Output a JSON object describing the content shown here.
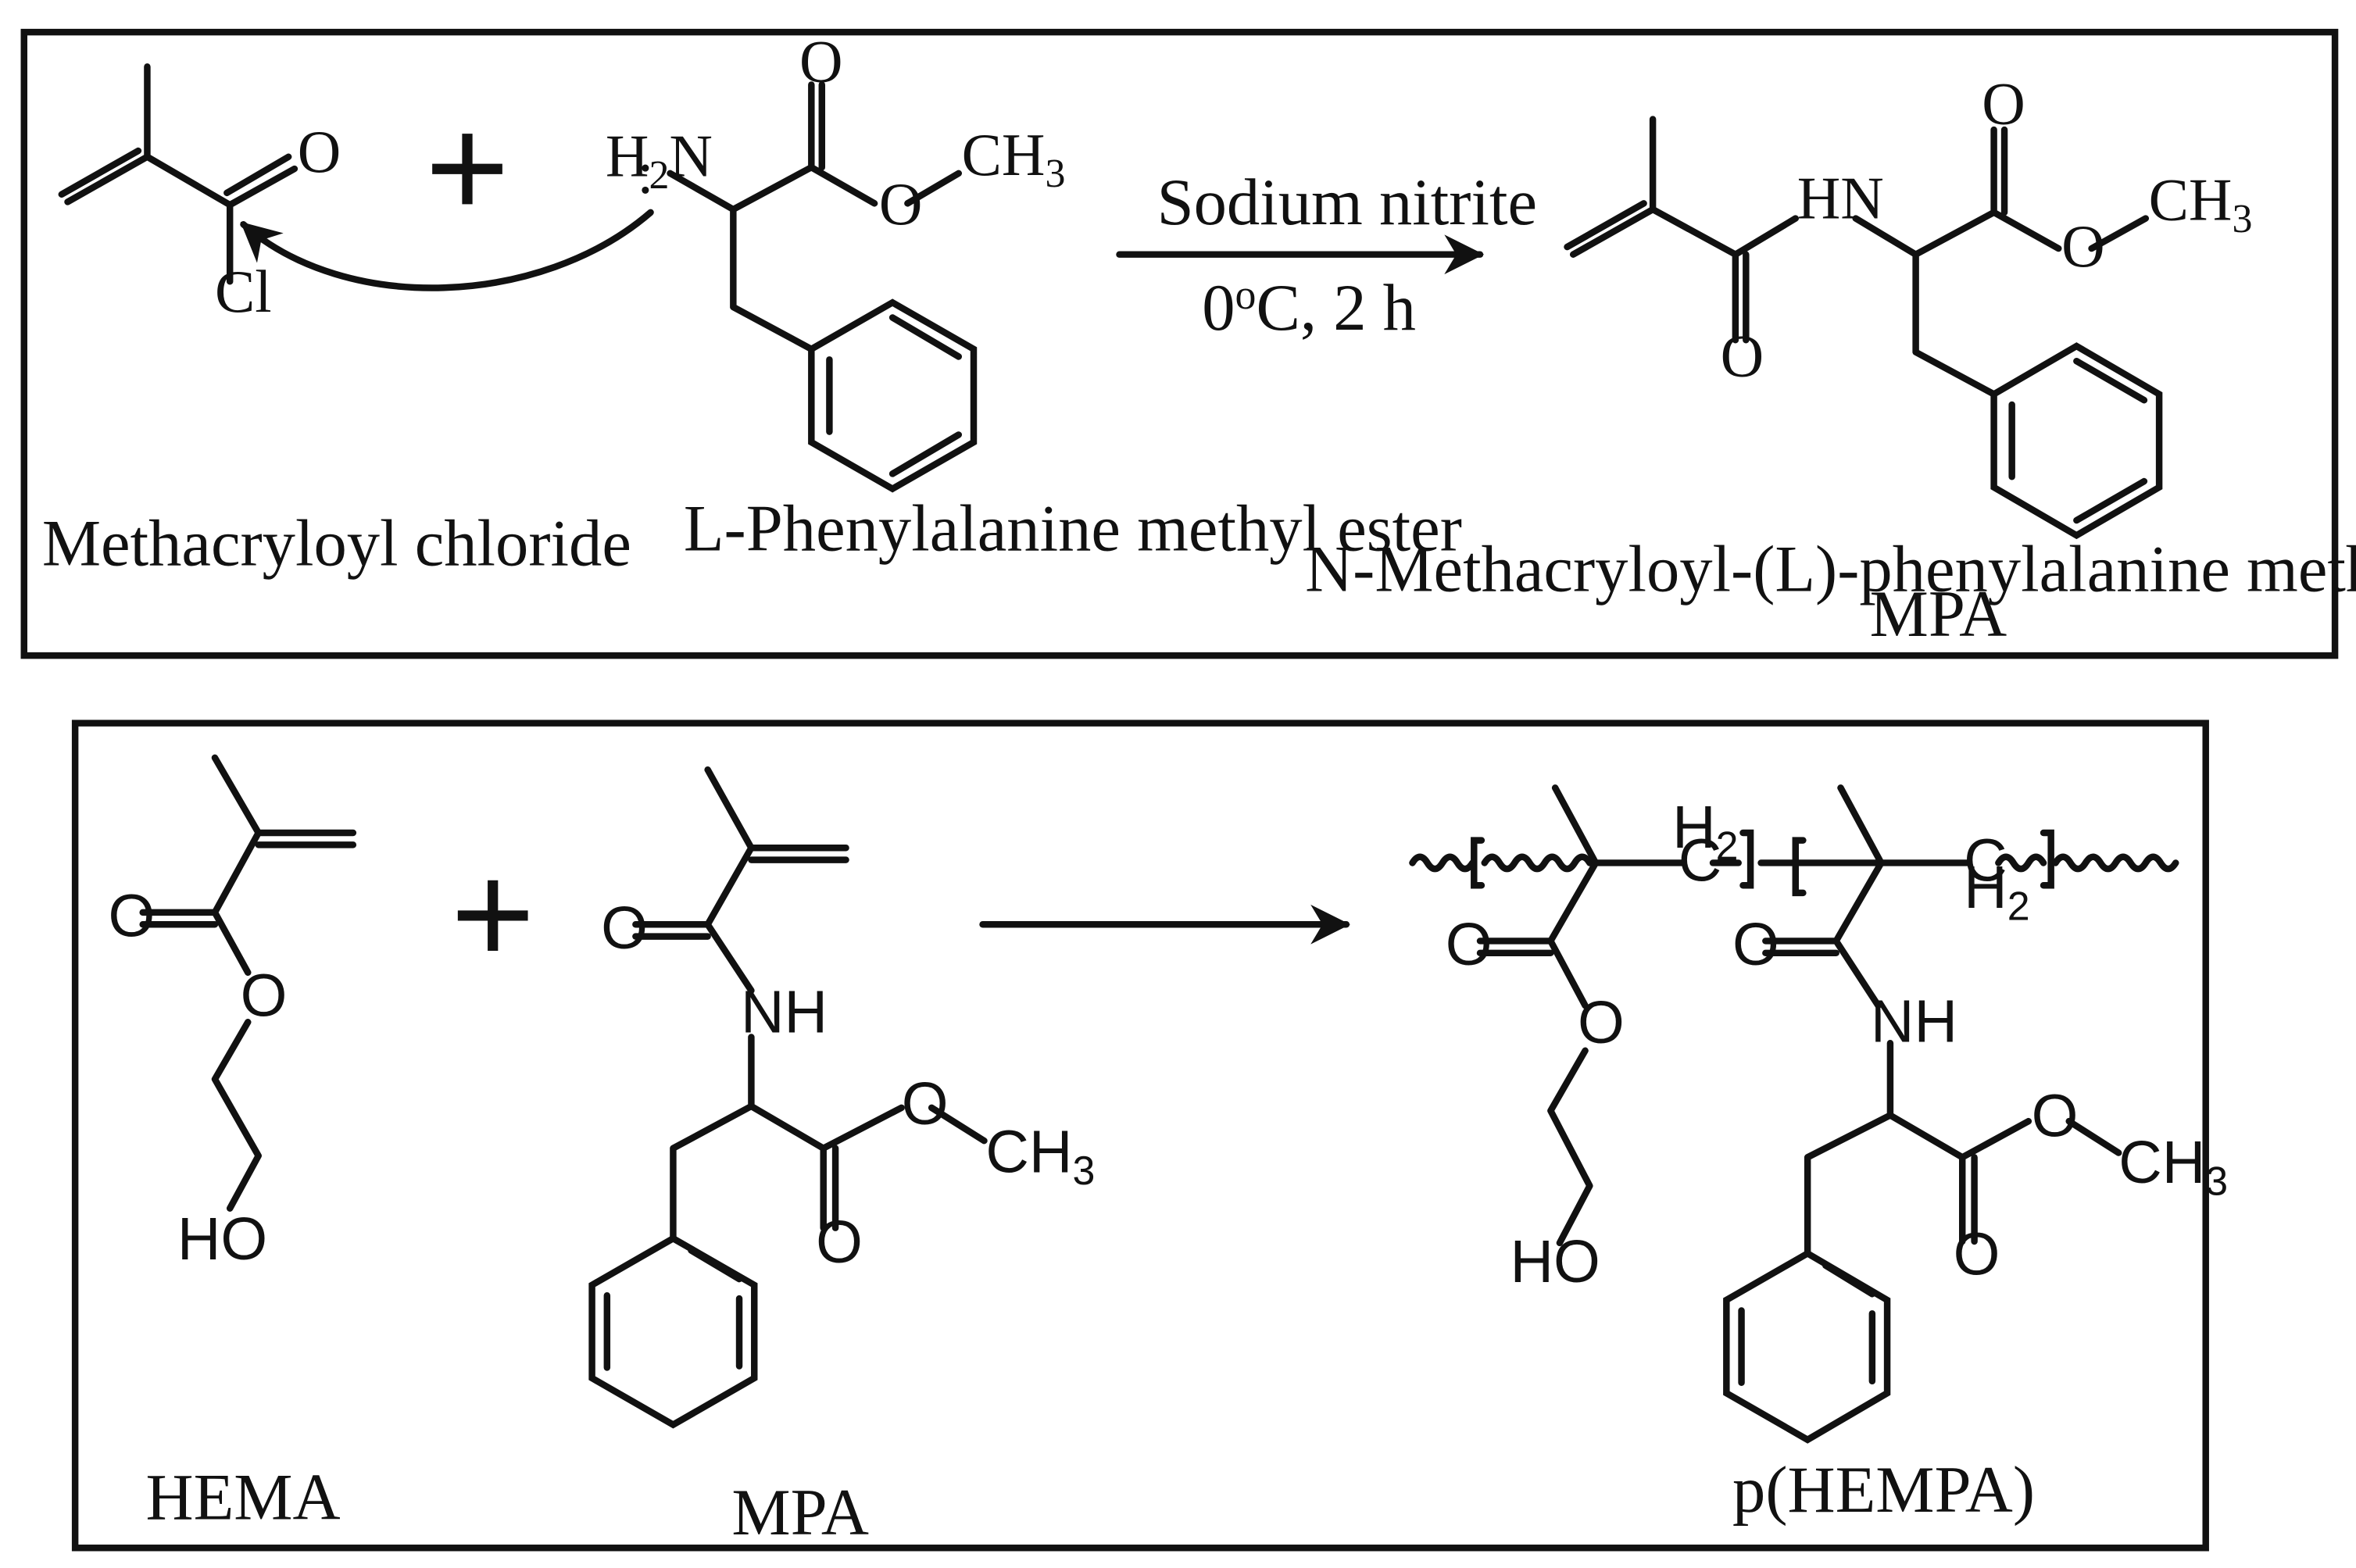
{
  "panel_top": {
    "reactant1_name": "Methacryloyl chloride",
    "reactant1_atoms": {
      "o": "O",
      "cl": "Cl"
    },
    "plus": "+",
    "reactant2_name": "L-Phenylalanine methyl ester",
    "reactant2_atoms": {
      "amine": "H",
      "amine_sub": "2",
      "amine_n": "N",
      "o_carbonyl": "O",
      "o_ester": "O",
      "methyl": "CH",
      "methyl_sub": "3"
    },
    "condition_above": "Sodium nitrite",
    "condition_below_a": "0",
    "condition_below_sup": "o",
    "condition_below_b": "C, 2 h",
    "product_name": "N-Methacryloyl-(L)-phenylalanine methyl ester",
    "product_abbrev": "MPA",
    "product_atoms": {
      "hn": "HN",
      "o_amide": "O",
      "o_carbonyl": "O",
      "o_ester": "O",
      "methyl": "CH",
      "methyl_sub": "3"
    }
  },
  "panel_bottom": {
    "reactant1_name": "HEMA",
    "reactant1_atoms": {
      "o_carbonyl": "O",
      "o_ester": "O",
      "ho": "HO"
    },
    "plus": "+",
    "reactant2_name": "MPA",
    "reactant2_atoms": {
      "o_amide": "O",
      "nh": "NH",
      "o_ester": "O",
      "o_carbonyl": "O",
      "methyl": "CH",
      "methyl_sub": "3"
    },
    "product_name": "p(HEMPA)",
    "product_atoms": {
      "ch2_top_h": "H",
      "ch2_top_sub": "2",
      "ch2_top_c": "C",
      "ch2_bot_c": "C",
      "ch2_bot_h": "H",
      "ch2_bot_sub": "2",
      "o_hema_carbonyl": "O",
      "o_hema_ester": "O",
      "ho": "HO",
      "o_amide": "O",
      "nh": "NH",
      "o_ester": "O",
      "o_carbonyl": "O",
      "methyl": "CH",
      "methyl_sub": "3"
    }
  }
}
